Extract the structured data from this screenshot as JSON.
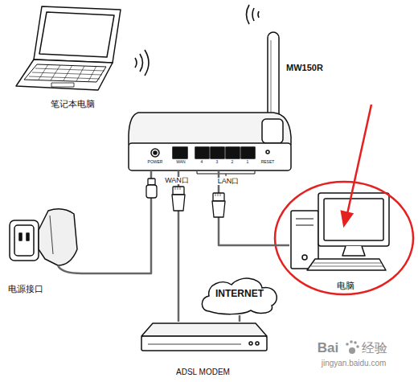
{
  "diagram": {
    "nodes": [
      {
        "text": [
          "笔记本电脑"
        ]
      },
      {
        "text": [
          "MW150R"
        ]
      },
      {
        "text": [
          "电脑"
        ]
      },
      {
        "text": [
          "电源接口"
        ]
      },
      {
        "text": [
          "INTERNET"
        ]
      },
      {
        "text": [
          "ADSL MODEM"
        ]
      }
    ],
    "edges": [
      {
        "from": 3,
        "to": 1,
        "arrow": "none"
      },
      {
        "from": 1,
        "to": 5,
        "arrow": "none"
      },
      {
        "from": 5,
        "to": 4,
        "arrow": "none"
      },
      {
        "from": 1,
        "to": 2,
        "arrow": "none"
      }
    ],
    "labels": [
      "POWER",
      "WAN",
      "4",
      "3",
      "2",
      "1",
      "RESET",
      "WAN口",
      "LAN口",
      "Bai",
      "经验",
      "jingyan.baidu.com"
    ]
  }
}
